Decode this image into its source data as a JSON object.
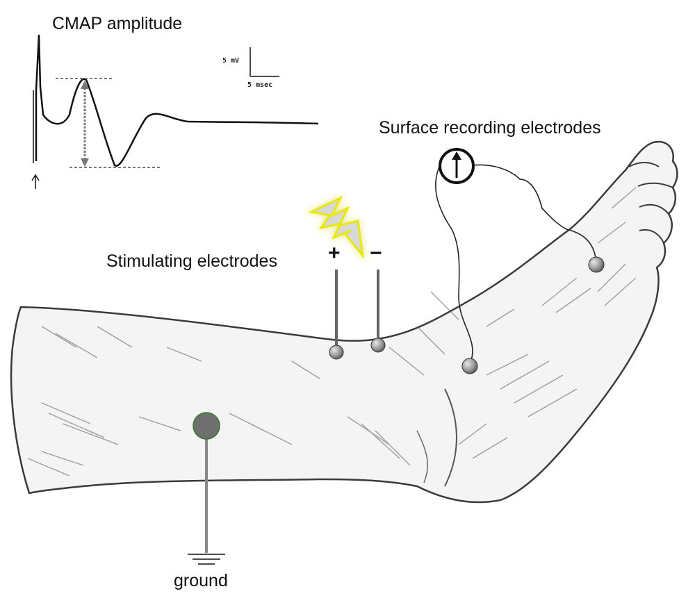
{
  "labels": {
    "cmap": "CMAP amplitude",
    "scale_mv": "5 mV",
    "scale_ms": "5 msec",
    "recording": "Surface recording electrodes",
    "stimulating": "Stimulating electrodes",
    "ground": "ground",
    "plus": "+",
    "minus": "−"
  },
  "icons": [
    "stimulus-bolt-icon",
    "recording-arrow-icon",
    "ground-symbol-icon"
  ],
  "colors": {
    "electrode": "#8a8a8a",
    "ground_electrode": "#6f6f6f",
    "bolt_glow": "#f0f000",
    "bolt": "#d8d8d8",
    "sketch": "#3a3a3a"
  }
}
